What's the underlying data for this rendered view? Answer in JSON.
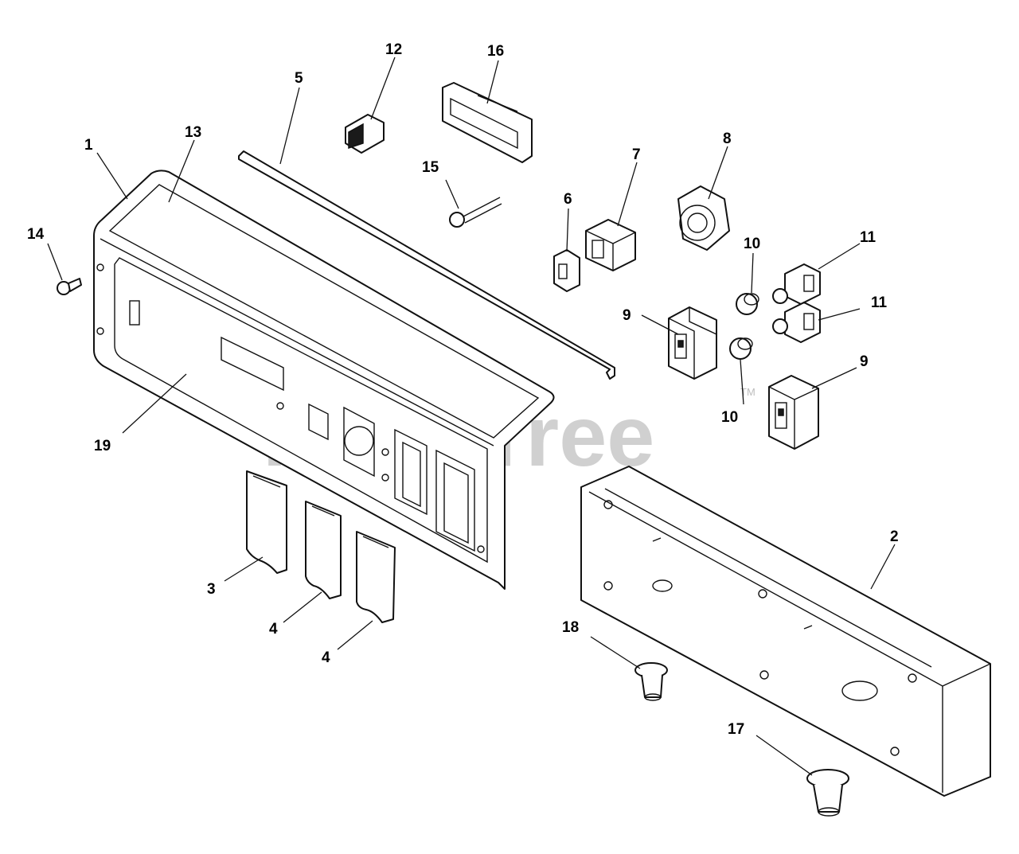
{
  "watermark": {
    "text": "PartsTree",
    "trademark": "TM"
  },
  "callouts": [
    {
      "id": "c1",
      "label": "1"
    },
    {
      "id": "c2",
      "label": "2"
    },
    {
      "id": "c3",
      "label": "3"
    },
    {
      "id": "c4a",
      "label": "4"
    },
    {
      "id": "c4b",
      "label": "4"
    },
    {
      "id": "c5",
      "label": "5"
    },
    {
      "id": "c6",
      "label": "6"
    },
    {
      "id": "c7",
      "label": "7"
    },
    {
      "id": "c8",
      "label": "8"
    },
    {
      "id": "c9a",
      "label": "9"
    },
    {
      "id": "c9b",
      "label": "9"
    },
    {
      "id": "c10a",
      "label": "10"
    },
    {
      "id": "c10b",
      "label": "10"
    },
    {
      "id": "c11a",
      "label": "11"
    },
    {
      "id": "c11b",
      "label": "11"
    },
    {
      "id": "c12",
      "label": "12"
    },
    {
      "id": "c13",
      "label": "13"
    },
    {
      "id": "c14",
      "label": "14"
    },
    {
      "id": "c15",
      "label": "15"
    },
    {
      "id": "c16",
      "label": "16"
    },
    {
      "id": "c17",
      "label": "17"
    },
    {
      "id": "c18",
      "label": "18"
    },
    {
      "id": "c19",
      "label": "19"
    }
  ]
}
